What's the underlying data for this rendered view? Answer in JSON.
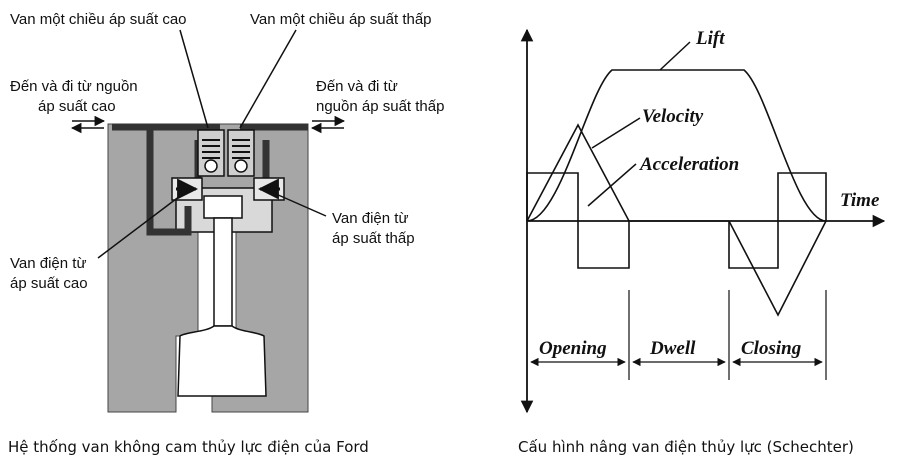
{
  "left": {
    "labels": {
      "hp_check_valve": "Van một chiều áp suất cao",
      "lp_check_valve": "Van một chiều áp suất thấp",
      "hp_source_1": "Đến và đi từ nguồn",
      "hp_source_2": "áp suất cao",
      "lp_source_1": "Đến và đi từ",
      "lp_source_2": "nguồn áp suất thấp",
      "lp_solenoid_1": "Van điện từ",
      "lp_solenoid_2": "áp suất thấp",
      "hp_solenoid_1": "Van điện từ",
      "hp_solenoid_2": "áp suất cao"
    },
    "caption": "Hệ thống van không cam thủy lực điện của Ford"
  },
  "right": {
    "curve_labels": {
      "lift": "Lift",
      "velocity": "Velocity",
      "acceleration": "Acceleration"
    },
    "axis_label": "Time",
    "phases": [
      "Opening",
      "Dwell",
      "Closing"
    ],
    "caption": "Cấu hình nâng van điện thủy lực (Schechter)"
  },
  "colors": {
    "housing": "#a6a6a6",
    "ink": "#111111",
    "background": "#ffffff"
  }
}
